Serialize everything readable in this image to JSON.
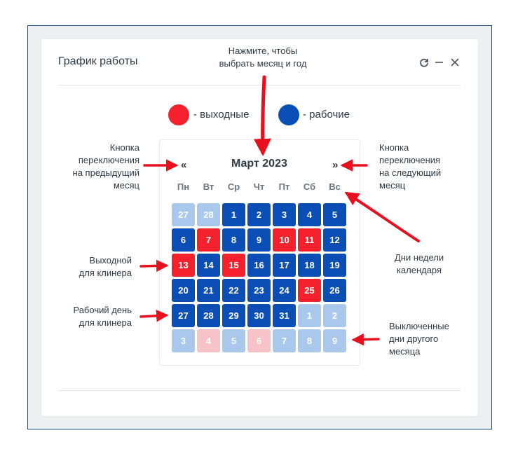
{
  "window": {
    "title": "График работы"
  },
  "legend": {
    "weekend_label": "- выходные",
    "workday_label": "- рабочие",
    "weekend_color": "#f5222d",
    "workday_color": "#0b4fb6"
  },
  "calendar": {
    "prev": "«",
    "next": "»",
    "month_label": "Март 2023",
    "weekdays": [
      "Пн",
      "Вт",
      "Ср",
      "Чт",
      "Пт",
      "Сб",
      "Вс"
    ],
    "rows": [
      [
        {
          "d": "27",
          "t": "other-work"
        },
        {
          "d": "28",
          "t": "other-work"
        },
        {
          "d": "1",
          "t": "work"
        },
        {
          "d": "2",
          "t": "work"
        },
        {
          "d": "3",
          "t": "work"
        },
        {
          "d": "4",
          "t": "work"
        },
        {
          "d": "5",
          "t": "work"
        }
      ],
      [
        {
          "d": "6",
          "t": "work"
        },
        {
          "d": "7",
          "t": "off"
        },
        {
          "d": "8",
          "t": "work"
        },
        {
          "d": "9",
          "t": "work"
        },
        {
          "d": "10",
          "t": "off"
        },
        {
          "d": "11",
          "t": "off"
        },
        {
          "d": "12",
          "t": "work"
        }
      ],
      [
        {
          "d": "13",
          "t": "off"
        },
        {
          "d": "14",
          "t": "work"
        },
        {
          "d": "15",
          "t": "off"
        },
        {
          "d": "16",
          "t": "work"
        },
        {
          "d": "17",
          "t": "work"
        },
        {
          "d": "18",
          "t": "work"
        },
        {
          "d": "19",
          "t": "work"
        }
      ],
      [
        {
          "d": "20",
          "t": "work"
        },
        {
          "d": "21",
          "t": "work"
        },
        {
          "d": "22",
          "t": "work"
        },
        {
          "d": "23",
          "t": "work"
        },
        {
          "d": "24",
          "t": "work"
        },
        {
          "d": "25",
          "t": "off"
        },
        {
          "d": "26",
          "t": "work"
        }
      ],
      [
        {
          "d": "27",
          "t": "work"
        },
        {
          "d": "28",
          "t": "work"
        },
        {
          "d": "29",
          "t": "work"
        },
        {
          "d": "30",
          "t": "work"
        },
        {
          "d": "31",
          "t": "work"
        },
        {
          "d": "1",
          "t": "other-work"
        },
        {
          "d": "2",
          "t": "other-work"
        }
      ],
      [
        {
          "d": "3",
          "t": "other-work"
        },
        {
          "d": "4",
          "t": "other-off"
        },
        {
          "d": "5",
          "t": "other-work"
        },
        {
          "d": "6",
          "t": "other-off"
        },
        {
          "d": "7",
          "t": "other-work"
        },
        {
          "d": "8",
          "t": "other-work"
        },
        {
          "d": "9",
          "t": "other-work"
        }
      ]
    ],
    "colors": {
      "work": "#0b4fb6",
      "off": "#f5222d",
      "other-work": "#a9c8ec",
      "other-off": "#f7c3c8"
    }
  },
  "annotations": {
    "select_month": [
      "Нажмите, чтобы",
      "выбрать месяц и год"
    ],
    "prev_button": [
      "Кнопка",
      "переключения",
      "на предыдущий",
      "месяц"
    ],
    "next_button": [
      "Кнопка",
      "переключения",
      "на следующий",
      "месяц"
    ],
    "weekdays": [
      "Дни недели",
      "календаря"
    ],
    "day_off": [
      "Выходной",
      "для клинера"
    ],
    "work_day": [
      "Рабочий день",
      "для клинера"
    ],
    "disabled_days": [
      "Выключенные",
      "дни другого",
      "месяца"
    ]
  },
  "arrow_color": "#e8101e",
  "icons": {
    "refresh": "refresh-icon",
    "minimize": "minimize-icon",
    "close": "close-icon"
  }
}
